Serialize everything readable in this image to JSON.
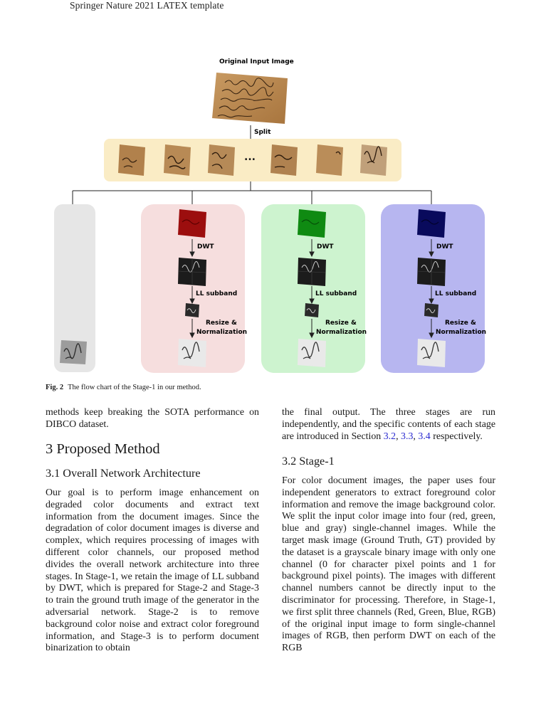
{
  "header": {
    "running_title": "Springer Nature 2021 LATEX template"
  },
  "figure": {
    "input_label": "Original Input Image",
    "split_label": "Split",
    "ellipsis": "...",
    "stages": [
      {
        "channel": "red",
        "color": "#f6dede",
        "dwt": "DWT",
        "ll": "LL subband",
        "resize1": "Resize &",
        "resize2": "Normalization"
      },
      {
        "channel": "green",
        "color": "#cdf3cf",
        "dwt": "DWT",
        "ll": "LL subband",
        "resize1": "Resize &",
        "resize2": "Normalization"
      },
      {
        "channel": "blue",
        "color": "#b7b6f0",
        "dwt": "DWT",
        "ll": "LL subband",
        "resize1": "Resize &",
        "resize2": "Normalization"
      }
    ],
    "gray_panel_color": "#e6e6e6",
    "split_band_color": "#faecc5",
    "caption_label": "Fig. 2",
    "caption_text": "The flow chart of the Stage-1 in our method."
  },
  "left_col": {
    "para0": "methods keep breaking the SOTA performance on DIBCO dataset.",
    "section": "3 Proposed Method",
    "subsection": "3.1 Overall Network Architecture",
    "para1": "Our goal is to perform image enhancement on degraded color documents and extract text information from the document images. Since the degradation of color document images is diverse and complex, which requires processing of images with different color channels, our proposed method divides the overall network architecture into three stages. In Stage-1, we retain the image of LL subband by DWT, which is prepared for Stage-2 and Stage-3 to train the ground truth image of the generator in the adversarial network. Stage-2 is to remove background color noise and extract color foreground information, and Stage-3 is to perform document binarization to obtain"
  },
  "right_col": {
    "para0_a": "the final output. The three stages are run independently, and the specific contents of each stage are introduced in Section ",
    "ref1": "3.2",
    "sep1": ", ",
    "ref2": "3.3",
    "sep2": ", ",
    "ref3": "3.4",
    "para0_b": " respectively.",
    "subsection": "3.2 Stage-1",
    "para1": "For color document images, the paper uses four independent generators to extract foreground color information and remove the image background color. We split the input color image into four (red, green, blue and gray) single-channel images. While the target mask image (Ground Truth, GT) provided by the dataset is a grayscale binary image with only one channel (0 for character pixel points and 1 for background pixel points). The images with different channel numbers cannot be directly input to the discriminator for processing. Therefore, in Stage-1, we first split three channels (Red, Green, Blue, RGB) of the original input image to form single-channel images of RGB, then perform DWT on each of the RGB"
  }
}
